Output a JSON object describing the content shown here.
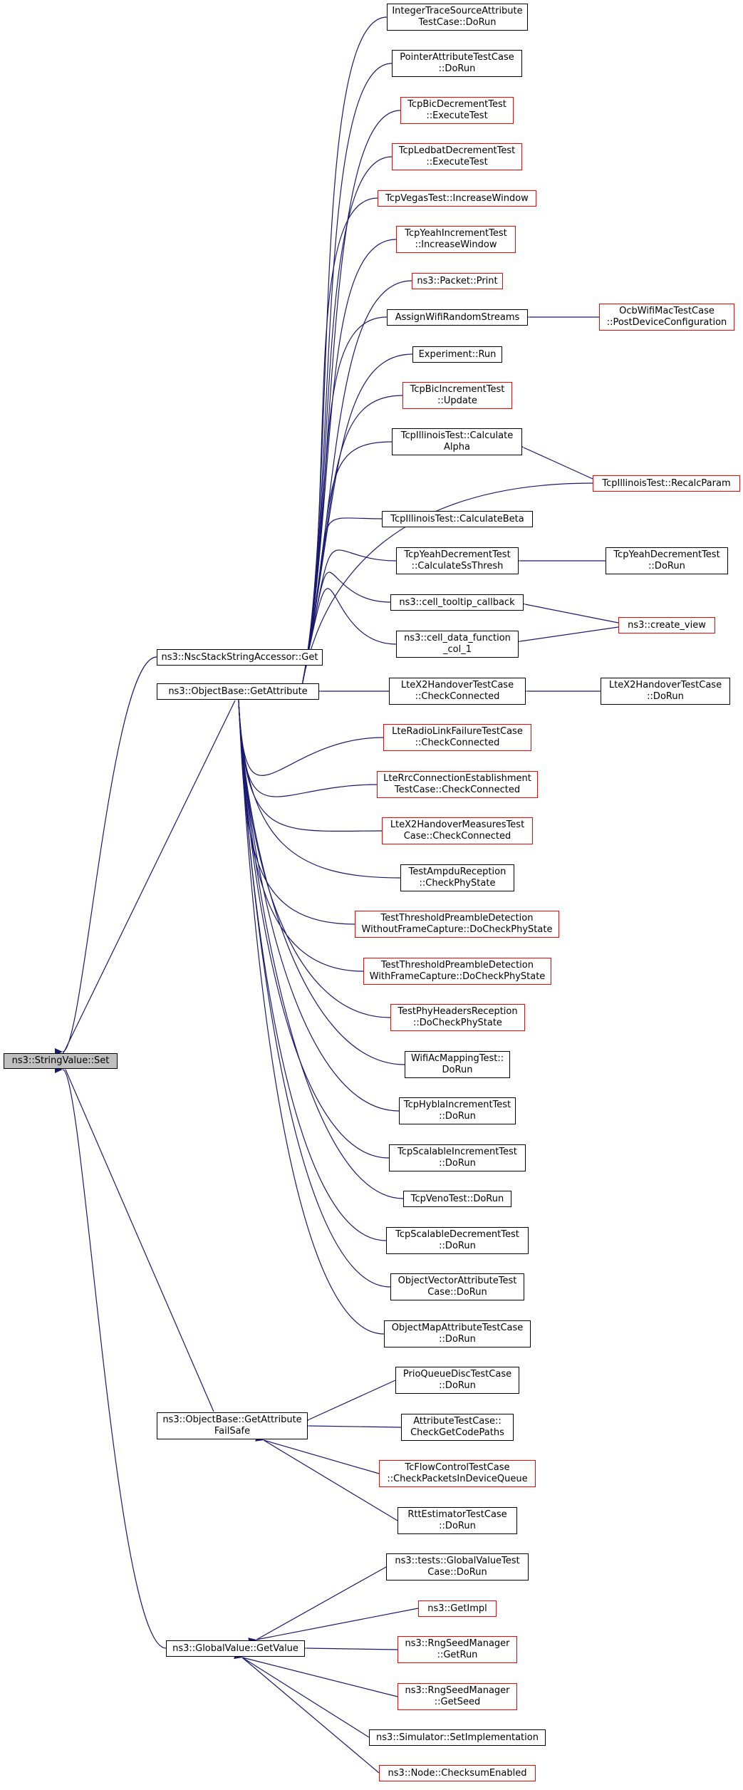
{
  "colors": {
    "edge": "#191970",
    "border_linked": "#000000",
    "border_truncated": "#ff0000",
    "root_fill": "#bfbfbf"
  },
  "nodes": {
    "root": "ns3::StringValue::Set",
    "nsc": "ns3::NscStackStringAccessor::Get",
    "getattr": "ns3::ObjectBase::GetAttribute",
    "failsafe": "ns3::ObjectBase::GetAttribute\nFailSafe",
    "getvalue": "ns3::GlobalValue::GetValue",
    "intTrace": "IntegerTraceSourceAttribute\nTestCase::DoRun",
    "pointer": "PointerAttributeTestCase\n::DoRun",
    "bicDec": "TcpBicDecrementTest\n::ExecuteTest",
    "ledbat": "TcpLedbatDecrementTest\n::ExecuteTest",
    "vegas": "TcpVegasTest::IncreaseWindow",
    "yeahInc": "TcpYeahIncrementTest\n::IncreaseWindow",
    "packet": "ns3::Packet::Print",
    "assignWifi": "AssignWifiRandomStreams",
    "ocb": "OcbWifiMacTestCase\n::PostDeviceConfiguration",
    "experiment": "Experiment::Run",
    "bicInc": "TcpBicIncrementTest\n::Update",
    "illAlpha": "TcpIllinoisTest::Calculate\nAlpha",
    "recalc": "TcpIllinoisTest::RecalcParam",
    "illBeta": "TcpIllinoisTest::CalculateBeta",
    "yeahDecSs": "TcpYeahDecrementTest\n::CalculateSsThresh",
    "yeahDecRun": "TcpYeahDecrementTest\n::DoRun",
    "tooltip": "ns3::cell_tooltip_callback",
    "createView": "ns3::create_view",
    "cellData": "ns3::cell_data_function\n_col_1",
    "x2Check": "LteX2HandoverTestCase\n::CheckConnected",
    "x2Run": "LteX2HandoverTestCase\n::DoRun",
    "radioLink": "LteRadioLinkFailureTestCase\n::CheckConnected",
    "rrc": "LteRrcConnectionEstablishment\nTestCase::CheckConnected",
    "x2Meas": "LteX2HandoverMeasuresTest\nCase::CheckConnected",
    "ampdu": "TestAmpduReception\n::CheckPhyState",
    "threshWithout": "TestThresholdPreambleDetection\nWithoutFrameCapture::DoCheckPhyState",
    "threshWith": "TestThresholdPreambleDetection\nWithFrameCapture::DoCheckPhyState",
    "phyHeaders": "TestPhyHeadersReception\n::DoCheckPhyState",
    "wifiAc": "WifiAcMappingTest::\nDoRun",
    "hybla": "TcpHyblaIncrementTest\n::DoRun",
    "scalInc": "TcpScalableIncrementTest\n::DoRun",
    "veno": "TcpVenoTest::DoRun",
    "scalDec": "TcpScalableDecrementTest\n::DoRun",
    "objVector": "ObjectVectorAttributeTest\nCase::DoRun",
    "objMap": "ObjectMapAttributeTestCase\n::DoRun",
    "prio": "PrioQueueDiscTestCase\n::DoRun",
    "attrTest": "AttributeTestCase::\nCheckGetCodePaths",
    "tcFlow": "TcFlowControlTestCase\n::CheckPacketsInDeviceQueue",
    "rtt": "RttEstimatorTestCase\n::DoRun",
    "gvTest": "ns3::tests::GlobalValueTest\nCase::DoRun",
    "getImpl": "ns3::GetImpl",
    "rngRun": "ns3::RngSeedManager\n::GetRun",
    "rngSeed": "ns3::RngSeedManager\n::GetSeed",
    "simImpl": "ns3::Simulator::SetImplementation",
    "checksum": "ns3::Node::ChecksumEnabled"
  }
}
